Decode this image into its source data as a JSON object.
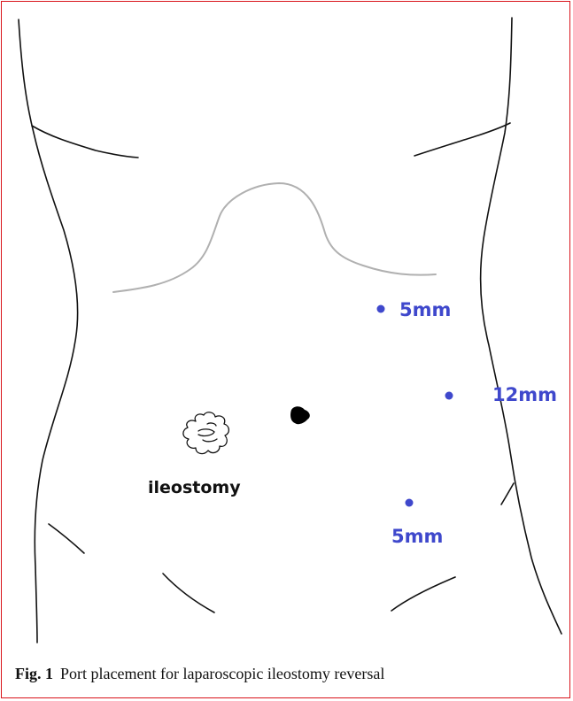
{
  "figure": {
    "caption_label": "Fig. 1",
    "caption_text": "Port placement for laparoscopic ileostomy reversal"
  },
  "labels": {
    "ileostomy": "ileostomy",
    "port_upper": "5mm",
    "port_middle": "12mm",
    "port_lower": "5mm"
  },
  "colors": {
    "frame": "#d9131a",
    "port": "#3f48cc",
    "outline": "#111111",
    "costal_margin": "#b0b0b0"
  },
  "icons": {
    "umbilicus": "umbilicus-mark",
    "stoma": "ileostomy-stoma"
  }
}
